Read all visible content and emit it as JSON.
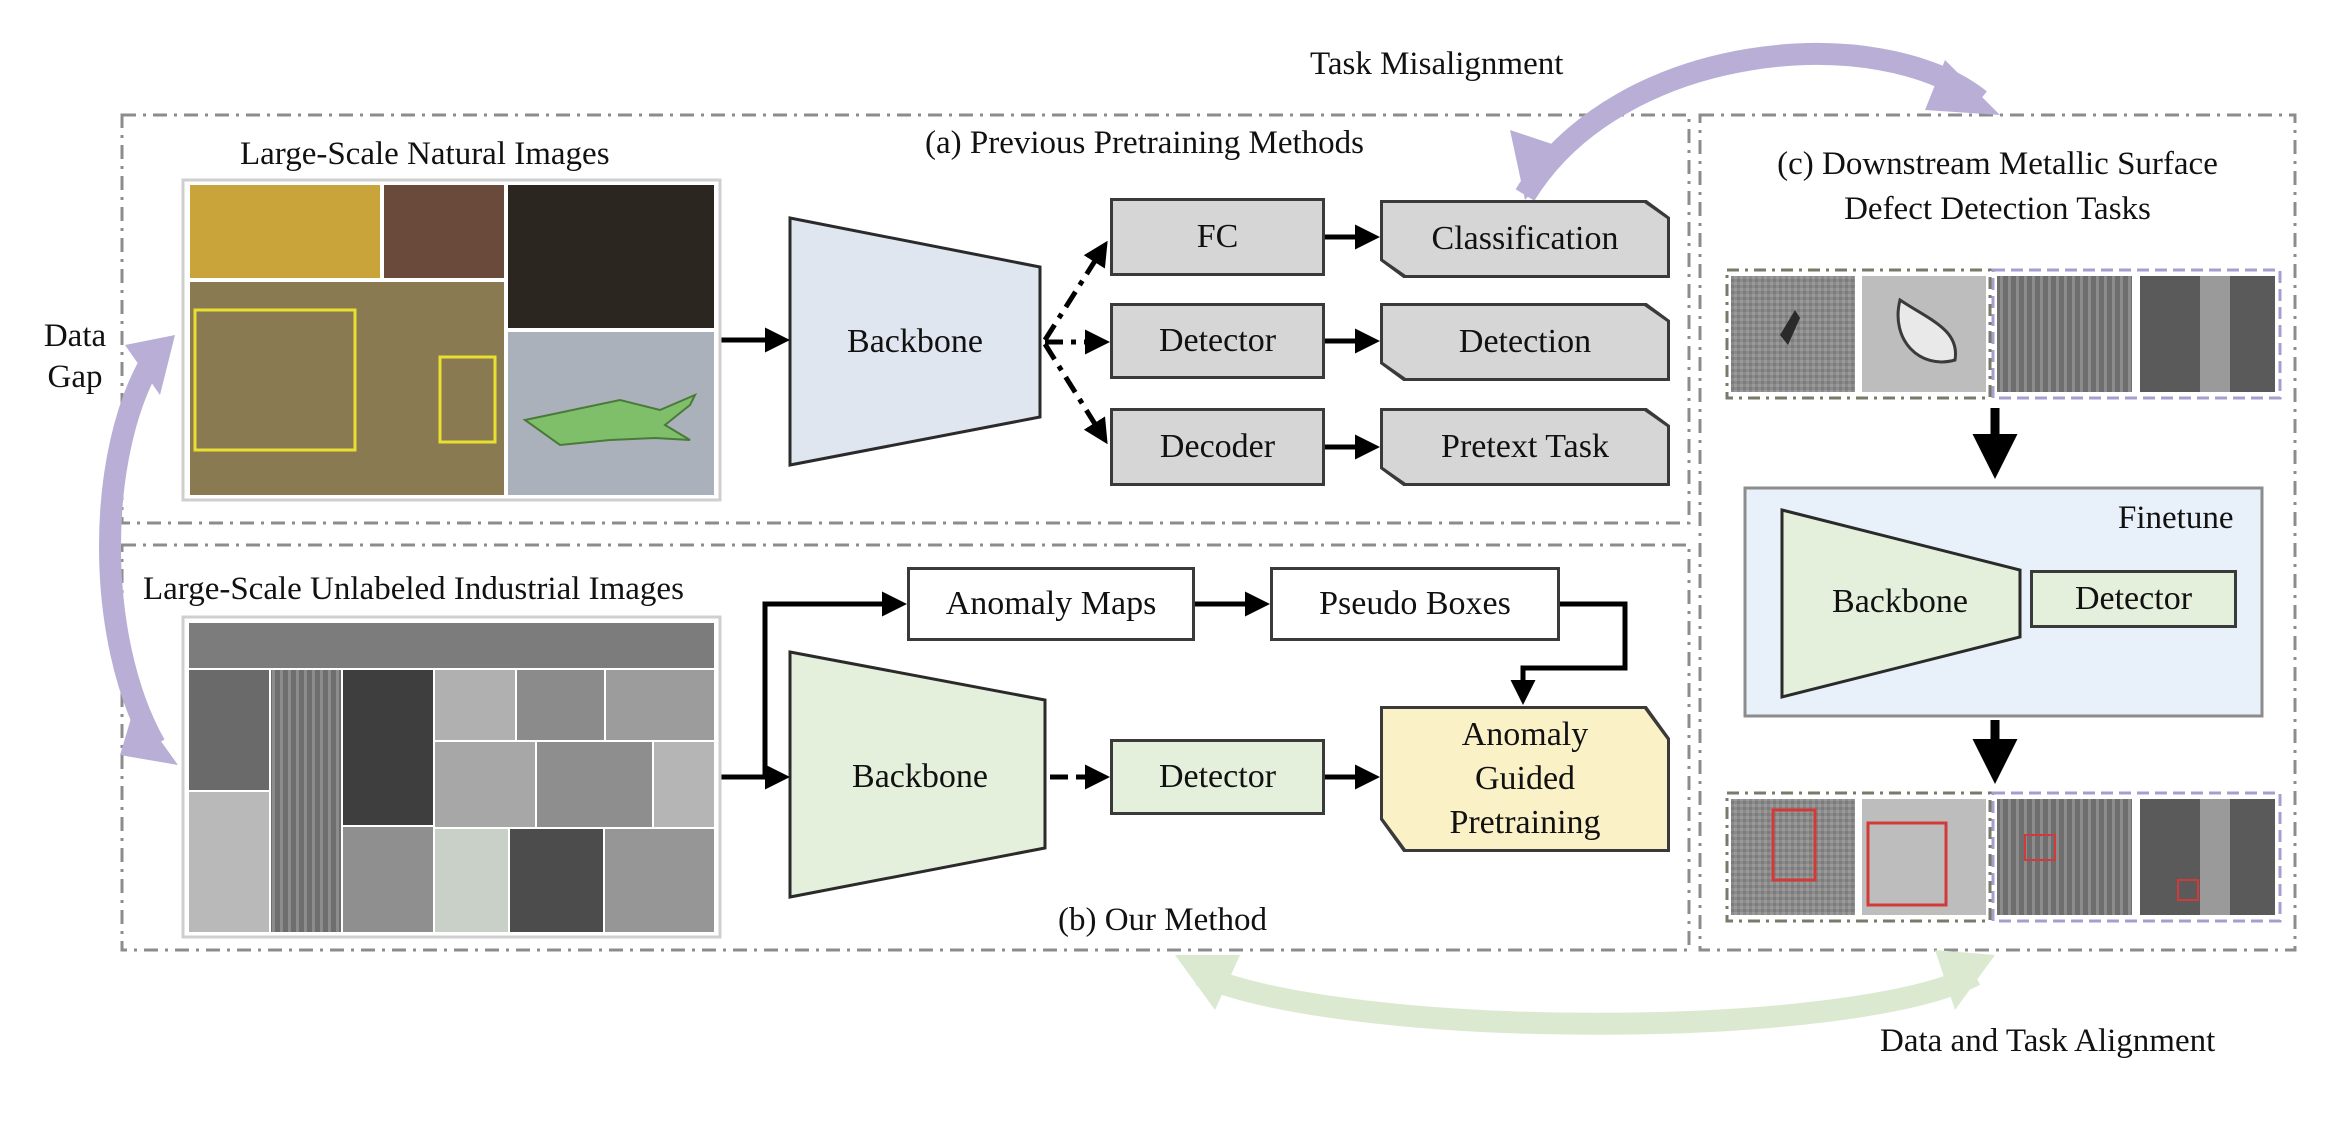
{
  "labels": {
    "task_misalignment": "Task Misalignment",
    "data_gap_line1": "Data",
    "data_gap_line2": "Gap",
    "data_task_alignment": "Data and Task Alignment",
    "natural_images": "Large-Scale Natural Images",
    "industrial_images": "Large-Scale Unlabeled Industrial Images"
  },
  "panel_a": {
    "title": "(a) Previous Pretraining Methods",
    "backbone": "Backbone",
    "heads": [
      "FC",
      "Detector",
      "Decoder"
    ],
    "tasks": [
      "Classification",
      "Detection",
      "Pretext Task"
    ]
  },
  "panel_b": {
    "title": "(b) Our Method",
    "anomaly_maps": "Anomaly Maps",
    "pseudo_boxes": "Pseudo Boxes",
    "backbone": "Backbone",
    "detector": "Detector",
    "output_line1": "Anomaly",
    "output_line2": "Guided",
    "output_line3": "Pretraining"
  },
  "panel_c": {
    "title_line1": "(c) Downstream Metallic Surface",
    "title_line2": "Defect Detection Tasks",
    "finetune": "Finetune",
    "backbone": "Backbone",
    "detector": "Detector"
  },
  "colors": {
    "purple_arrow": "#b9afd6",
    "green_arrow": "#dce9d1",
    "gray_box": "#d6d6d6",
    "green_box": "#e4efdc",
    "yellow_box": "#fbf1c7",
    "blue_panel": "#e8f0fa"
  }
}
